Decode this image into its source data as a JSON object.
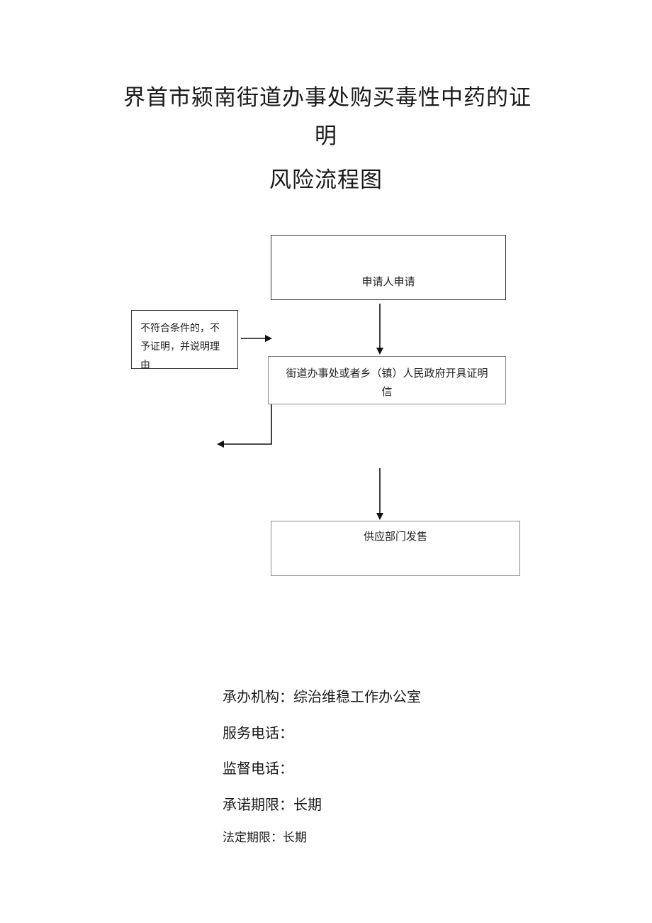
{
  "title": {
    "line1": "界首市颍南街道办事处购买毒性中药的证",
    "line2": "明",
    "line3": "风险流程图"
  },
  "flowchart": {
    "apply": "申请人申请",
    "reject_line1": "不符合条件的，不",
    "reject_line2": "予证明，并说明理",
    "reject_line3": "由",
    "certificate_line1": "街道办事处或者乡（镇）人民政府开具证明",
    "certificate_line2": "信",
    "sale": "供应部门发售"
  },
  "info": {
    "org": "承办机构：综治维稳工作办公室",
    "service_phone": "服务电话：",
    "supervise_phone": "监督电话：",
    "promise_period": "承诺期限：长期",
    "legal_period": "法定期限：长期"
  }
}
